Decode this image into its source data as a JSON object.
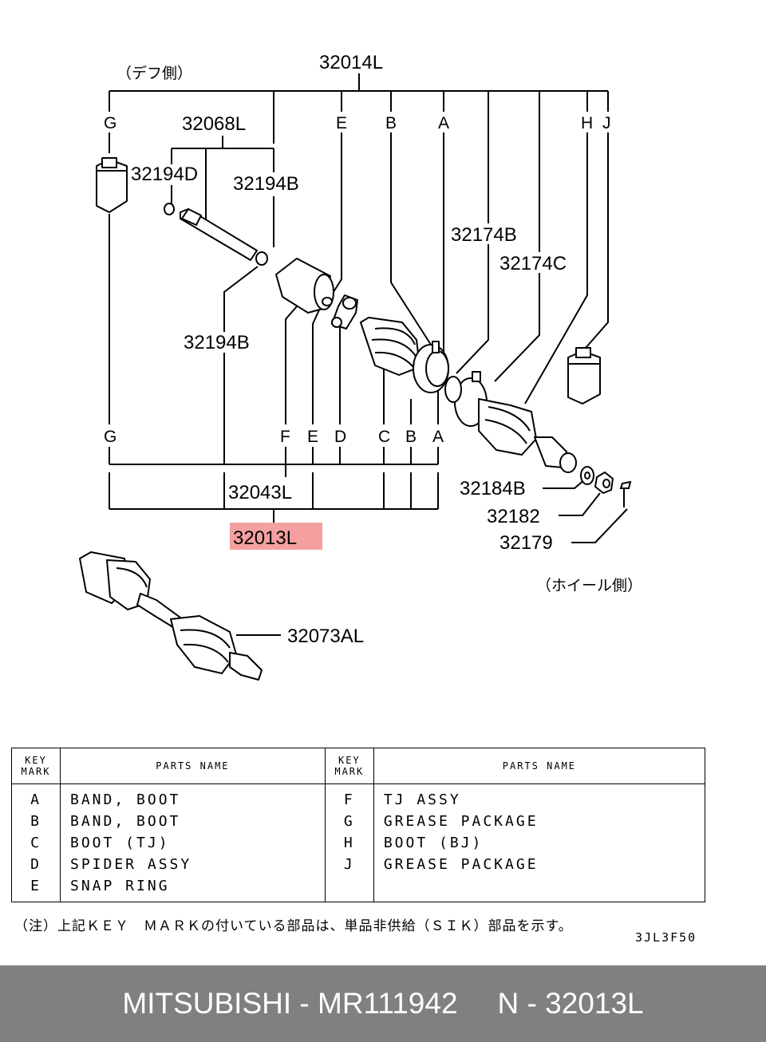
{
  "diagram": {
    "side_labels": {
      "diff": "（デフ側）",
      "wheel": "（ホイール側）"
    },
    "part_numbers": {
      "p32014L": "32014L",
      "p32068L": "32068L",
      "p32194D": "32194D",
      "p32194B_a": "32194B",
      "p32194B_b": "32194B",
      "p32174B": "32174B",
      "p32174C": "32174C",
      "p32043L": "32043L",
      "p32013L": "32013L",
      "p32184B": "32184B",
      "p32182": "32182",
      "p32179": "32179",
      "p32073AL": "32073AL"
    },
    "top_letters": [
      "G",
      "E",
      "B",
      "A",
      "H",
      "J"
    ],
    "bottom_letters": [
      "G",
      "F",
      "E",
      "D",
      "C",
      "B",
      "A"
    ],
    "highlight_color": "#f4a0a0"
  },
  "legend": {
    "headers": {
      "key_mark": "KEY MARK",
      "parts_name": "PARTS NAME"
    },
    "left": [
      {
        "key": "A",
        "name": "BAND, BOOT"
      },
      {
        "key": "B",
        "name": "BAND, BOOT"
      },
      {
        "key": "C",
        "name": "BOOT (TJ)"
      },
      {
        "key": "D",
        "name": "SPIDER ASSY"
      },
      {
        "key": "E",
        "name": "SNAP RING"
      }
    ],
    "right": [
      {
        "key": "F",
        "name": "TJ ASSY"
      },
      {
        "key": "G",
        "name": "GREASE PACKAGE"
      },
      {
        "key": "H",
        "name": "BOOT (BJ)"
      },
      {
        "key": "J",
        "name": "GREASE PACKAGE"
      },
      {
        "key": "",
        "name": ""
      }
    ],
    "note": "（注）上記ＫＥＹ　ＭＡＲＫの付いている部品は、単品非供給（ＳＩＫ）部品を示す。",
    "diagram_code": "3JL3F50"
  },
  "footer": {
    "brand_part": "MITSUBISHI - MR111942",
    "ref": "N - 32013L"
  }
}
